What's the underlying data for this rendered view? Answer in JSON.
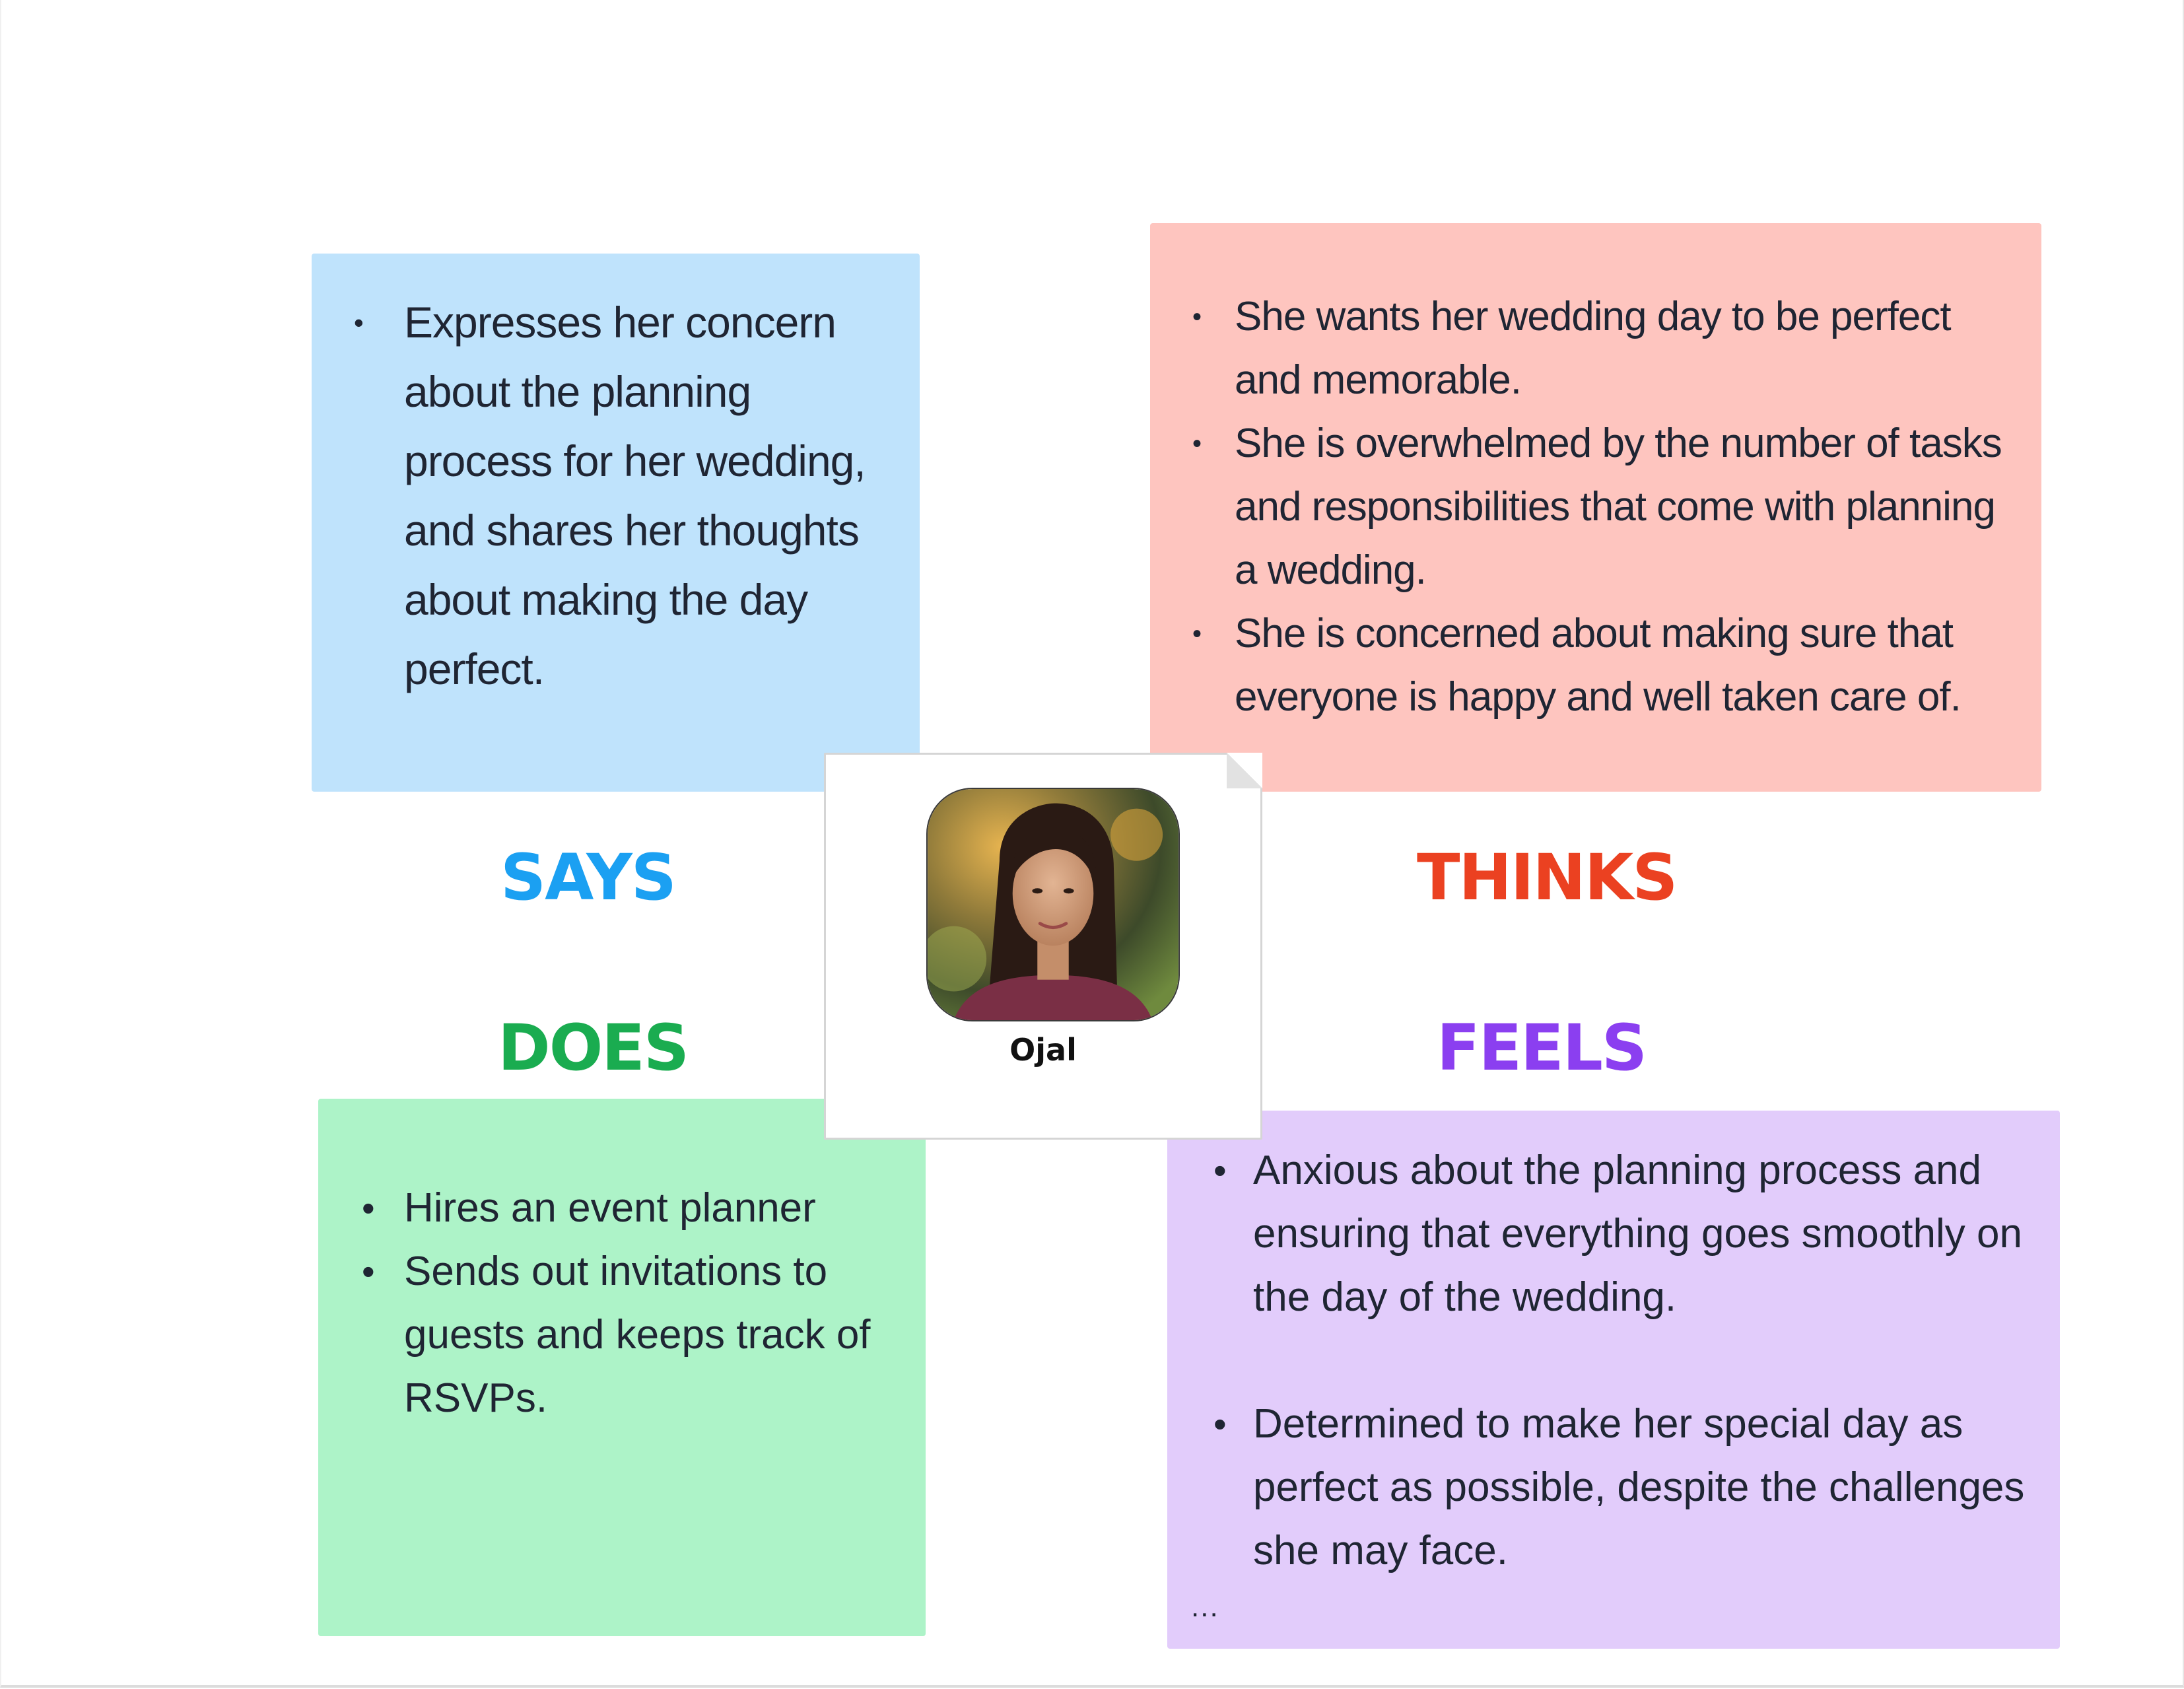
{
  "says": {
    "label": "SAYS",
    "items": [
      "Expresses her concern about the planning process for her wedding, and shares her thoughts about making the day perfect."
    ]
  },
  "thinks": {
    "label": "THINKS",
    "items": [
      "She wants her wedding day to be perfect and memorable.",
      "She is overwhelmed by the number of tasks and responsibilities that come with planning a wedding.",
      "She is concerned about making sure that everyone is happy and well taken care of."
    ]
  },
  "does": {
    "label": "DOES",
    "items": [
      "Hires an event planner",
      "Sends out invitations to guests and keeps track of RSVPs."
    ]
  },
  "feels": {
    "label": "FEELS",
    "items": [
      "Anxious about the planning process and ensuring that everything goes smoothly on the day of the wedding.",
      "Determined to make her special day as perfect as possible, despite the challenges she may face."
    ],
    "overflow": "..."
  },
  "persona": {
    "name": "Ojal",
    "photo_icon": "person-photo"
  },
  "colors": {
    "says_bg": "#bfe3fc",
    "says_label": "#1ba0f2",
    "thinks_bg": "#fec5bf",
    "thinks_label": "#eb4121",
    "does_bg": "#adf3c8",
    "does_label": "#1aac50",
    "feels_bg": "#e2ccfb",
    "feels_label": "#8b3ff0"
  }
}
